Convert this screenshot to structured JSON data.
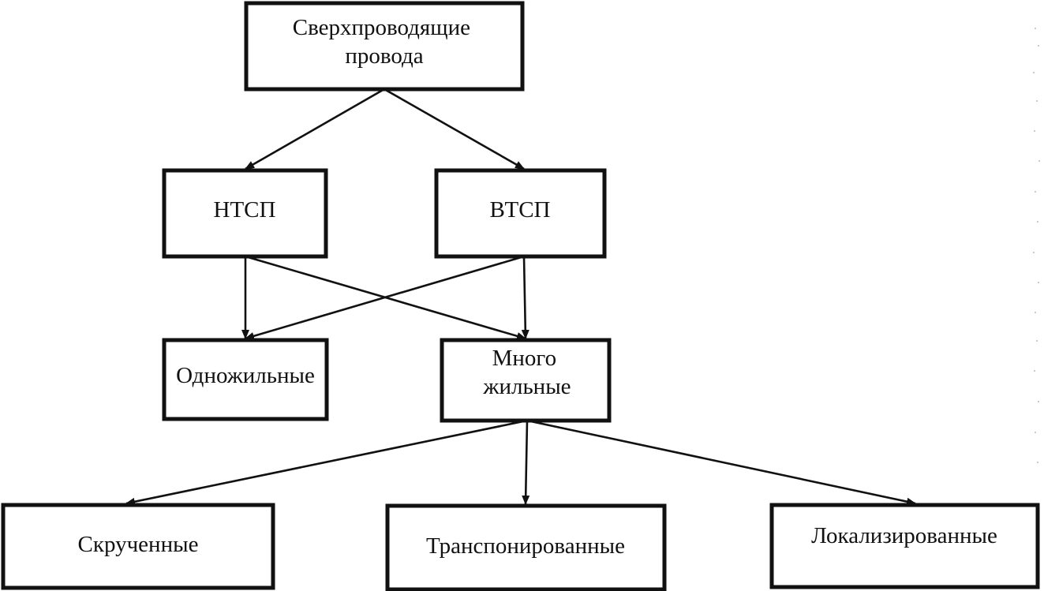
{
  "diagram": {
    "nodes": {
      "root": {
        "lines": [
          "Сверхпроводящие",
          "провода"
        ]
      },
      "ntsp": {
        "lines": [
          "НТСП"
        ]
      },
      "vtsp": {
        "lines": [
          "ВТСП"
        ]
      },
      "single_core": {
        "lines": [
          "Одножильные"
        ]
      },
      "multi_core": {
        "lines": [
          "Много",
          "жильные"
        ]
      },
      "twisted": {
        "lines": [
          "Скрученные"
        ]
      },
      "transposed": {
        "lines": [
          "Транспонированные"
        ]
      },
      "localized": {
        "lines": [
          "Локализированные"
        ]
      }
    },
    "edges": [
      {
        "from": "root",
        "to": "ntsp"
      },
      {
        "from": "root",
        "to": "vtsp"
      },
      {
        "from": "ntsp",
        "to": "single_core"
      },
      {
        "from": "ntsp",
        "to": "multi_core"
      },
      {
        "from": "vtsp",
        "to": "single_core"
      },
      {
        "from": "vtsp",
        "to": "multi_core"
      },
      {
        "from": "multi_core",
        "to": "twisted"
      },
      {
        "from": "multi_core",
        "to": "transposed"
      },
      {
        "from": "multi_core",
        "to": "localized"
      }
    ]
  }
}
